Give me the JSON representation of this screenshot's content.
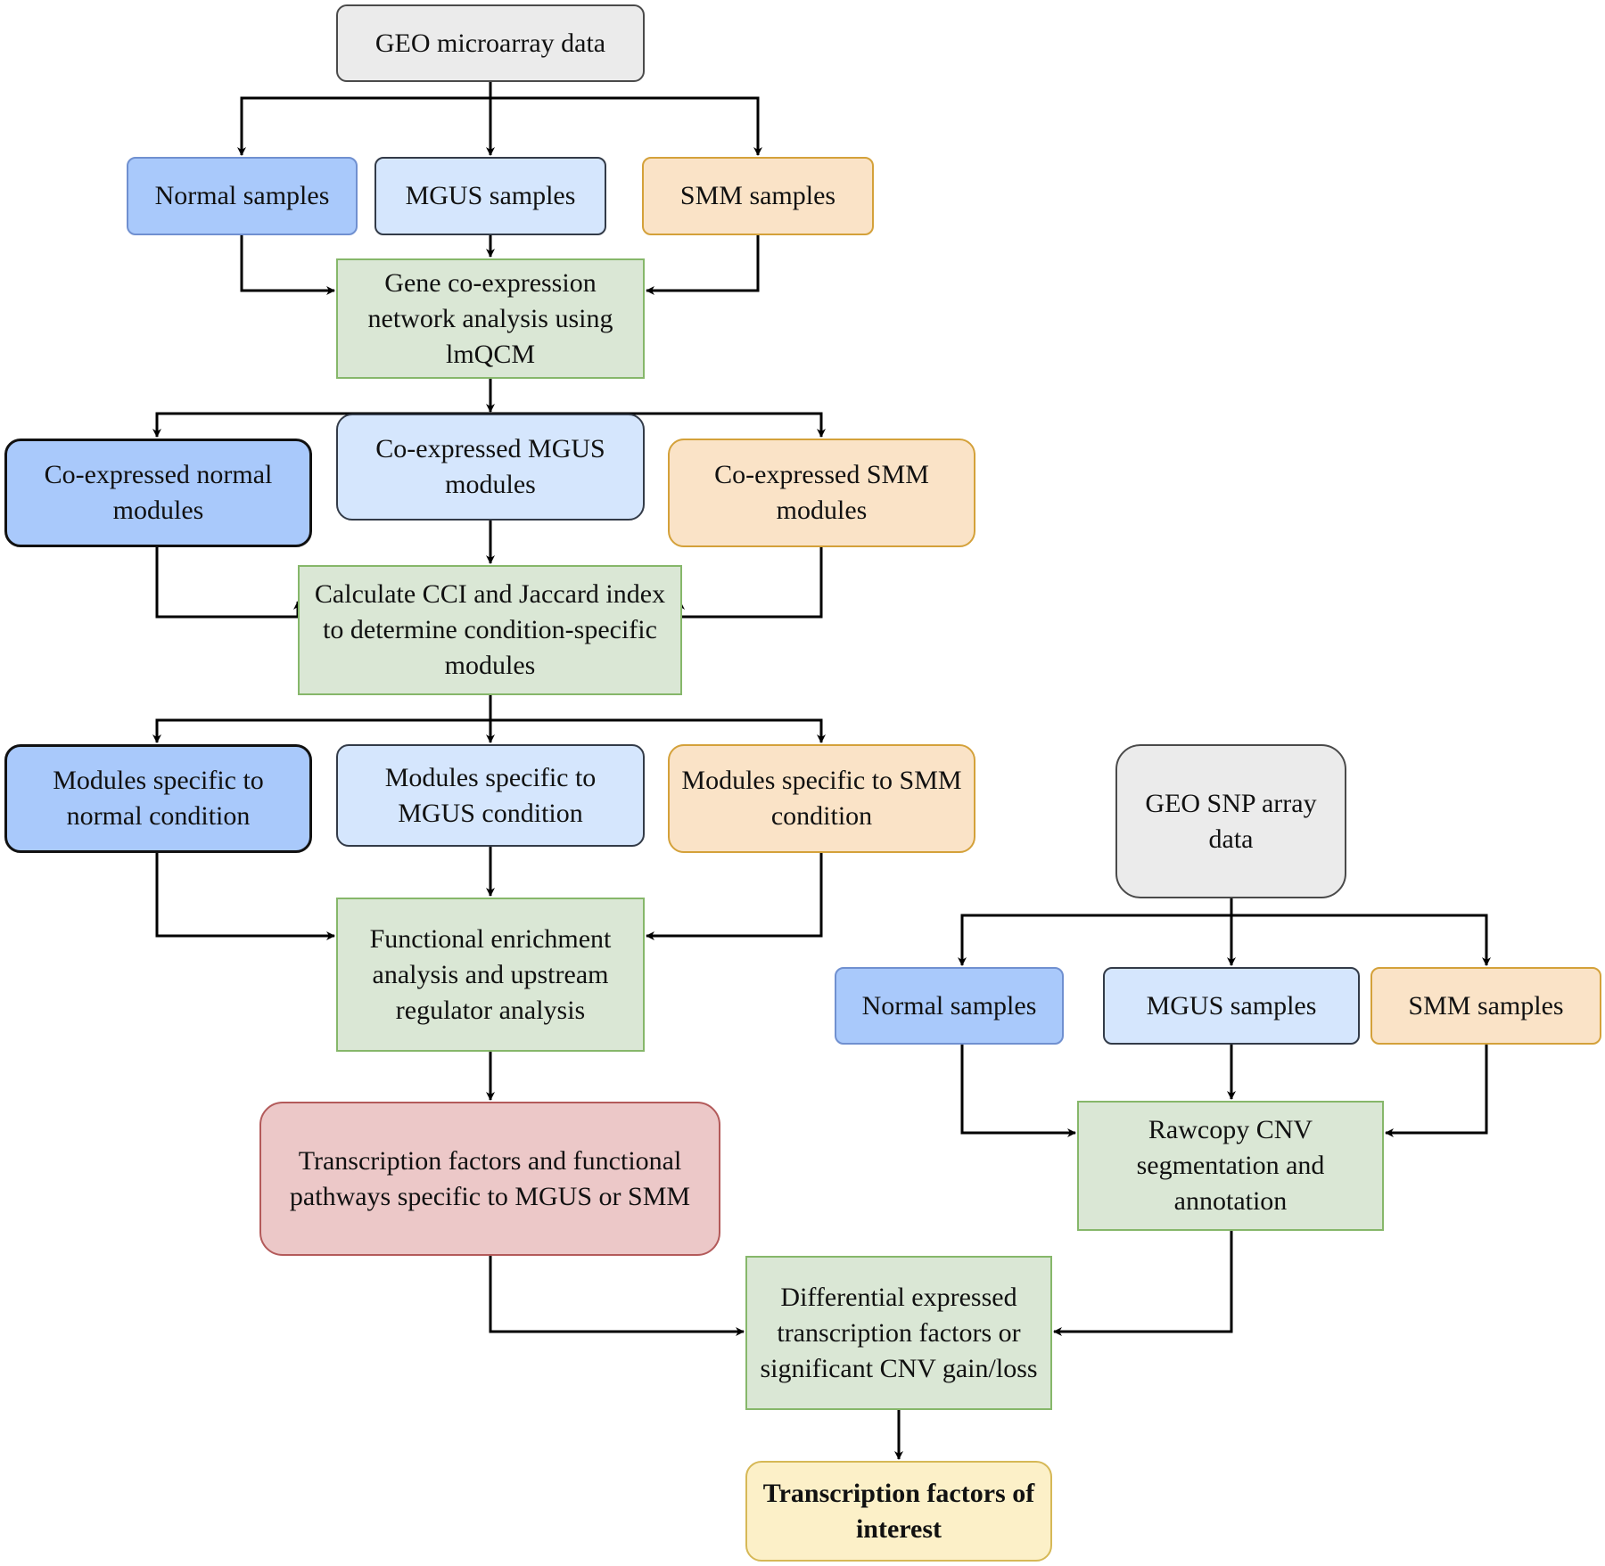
{
  "nodes": {
    "geo_microarray": "GEO microarray data",
    "normal_samples_1": "Normal samples",
    "mgus_samples_1": "MGUS samples",
    "smm_samples_1": "SMM samples",
    "gene_coexpression": "Gene co-expression network analysis using lmQCM",
    "coexp_normal": "Co-expressed normal modules",
    "coexp_mgus": "Co-expressed MGUS modules",
    "coexp_smm": "Co-expressed SMM modules",
    "cci_jaccard": "Calculate CCI and Jaccard index to determine condition-specific modules",
    "modules_normal": "Modules specific to normal condition",
    "modules_mgus": "Modules specific to MGUS condition",
    "modules_smm": "Modules specific to SMM condition",
    "functional_enrichment": "Functional enrichment analysis and upstream regulator analysis",
    "tf_pathways": "Transcription factors and functional pathways specific to MGUS or SMM",
    "geo_snp": "GEO SNP array data",
    "normal_samples_2": "Normal samples",
    "mgus_samples_2": "MGUS samples",
    "smm_samples_2": "SMM samples",
    "rawcopy": "Rawcopy CNV segmentation and annotation",
    "differential": "Differential expressed transcription factors or significant CNV gain/loss",
    "tf_interest": "Transcription factors of interest"
  },
  "colors": {
    "gray_fill": "#ebebeb",
    "blue_fill": "#a9c9fb",
    "light_blue_fill": "#d5e6fd",
    "orange_fill": "#fae3c7",
    "green_fill": "#dae7d5",
    "red_fill": "#ecc8c8",
    "yellow_fill": "#fcf0c8"
  }
}
